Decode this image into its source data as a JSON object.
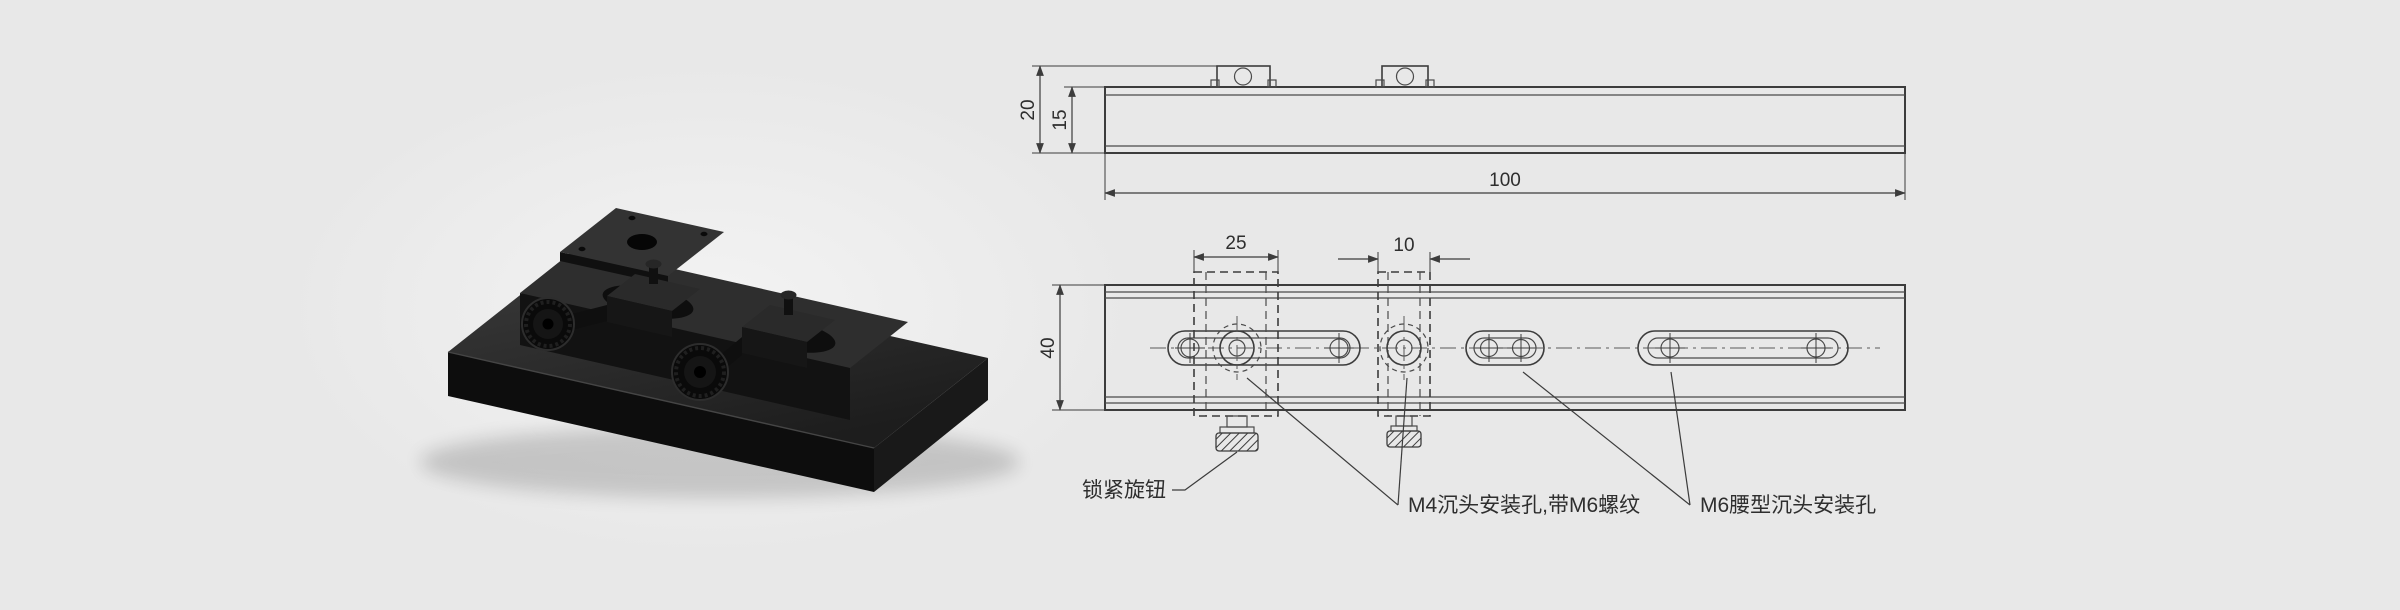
{
  "scene": {
    "background_color": "#e8e8e8",
    "drawing_line_color": "#3c3c3c",
    "product_color": "#111111"
  },
  "side_view": {
    "dim_total_height": "20",
    "dim_rail_height": "15",
    "dim_length": "100"
  },
  "front_view": {
    "dim_width": "40",
    "dim_carriage_width": "25",
    "dim_clamp_width": "10"
  },
  "callouts": {
    "lock_knob": "锁紧旋钮",
    "m4_hole": "M4沉头安装孔,带M6螺纹",
    "m6_slot": "M6腰型沉头安装孔"
  }
}
